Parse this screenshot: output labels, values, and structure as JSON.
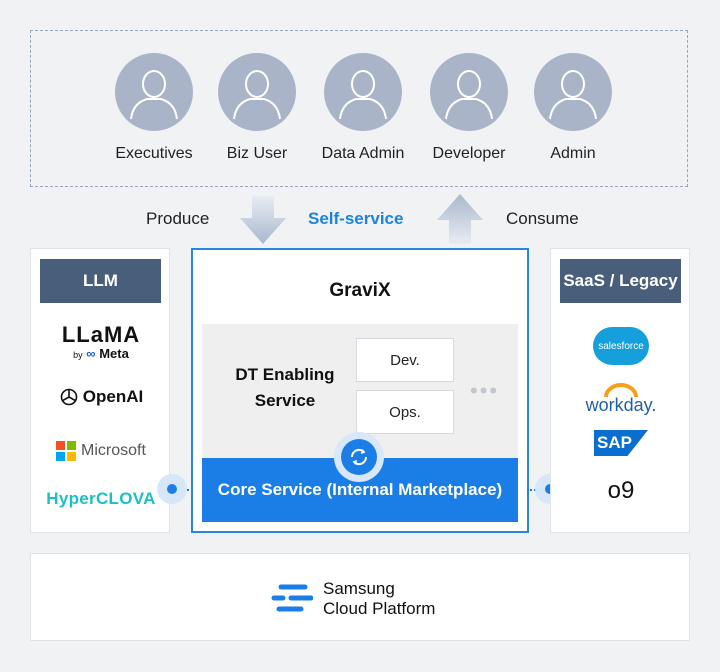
{
  "users": [
    {
      "label": "Executives"
    },
    {
      "label": "Biz User"
    },
    {
      "label": "Data Admin"
    },
    {
      "label": "Developer"
    },
    {
      "label": "Admin"
    }
  ],
  "flow": {
    "produce": "Produce",
    "self_service": "Self-service",
    "consume": "Consume"
  },
  "llm": {
    "title": "LLM",
    "logos": {
      "llama_main": "LLaMA",
      "llama_by": "by",
      "llama_meta": "Meta",
      "openai": "OpenAI",
      "microsoft": "Microsoft",
      "hyperclova": "HyperCLOVA"
    }
  },
  "gravix": {
    "title": "GraviX",
    "dt_label_line1": "DT Enabling",
    "dt_label_line2": "Service",
    "dev": "Dev.",
    "ops": "Ops.",
    "core": "Core Service (Internal Marketplace)"
  },
  "saas": {
    "title": "SaaS / Legacy",
    "logos": {
      "salesforce": "salesforce",
      "workday": "workday.",
      "sap": "SAP",
      "o9": "o9"
    }
  },
  "platform": {
    "line1": "Samsung",
    "line2": "Cloud Platform"
  },
  "colors": {
    "accent": "#1b7ee6",
    "panel_header": "#495e7b",
    "avatar": "#a9b4c8"
  }
}
